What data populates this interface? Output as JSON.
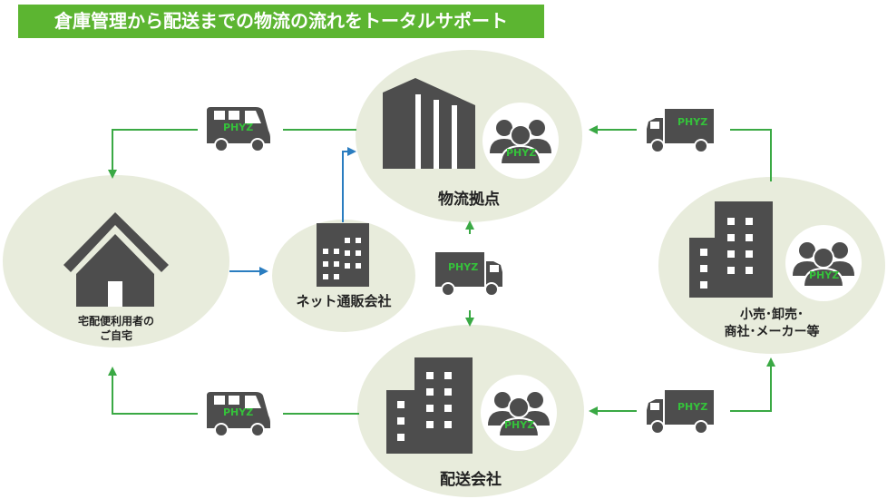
{
  "title": "倉庫管理から配送までの物流の流れをトータルサポート",
  "nodes": {
    "logistics_hub": "物流拠点",
    "home": "宅配便利用者の\nご自宅",
    "ec_company": "ネット通販会社",
    "delivery_company": "配送会社",
    "retail": "小売･卸売･\n商社･メーカー等"
  },
  "brand": "PHYZ",
  "colors": {
    "banner": "#5cb531",
    "ellipse": "#e8ecdc",
    "icon": "#4d4d4d",
    "arrow_green": "#3aa944",
    "arrow_blue": "#2a7dc0",
    "brand_text": "#35c23b"
  }
}
